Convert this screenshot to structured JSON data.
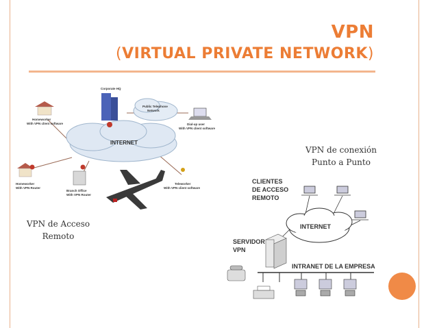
{
  "title": {
    "line1": "VPN",
    "line2_open": "(",
    "line2_text": "VIRTUAL PRIVATE NETWORK",
    "line2_close": ")"
  },
  "diagram_a": {
    "corporate": "Corporate HQ",
    "phone_net_1": "Public Telephone",
    "phone_net_2": "Network",
    "internet": "INTERNET",
    "homeworker_1": "Homeworker",
    "homeworker_2": "With VPN client software",
    "dialup_1": "Dial-up user",
    "dialup_2": "With VPN client software",
    "home_router_1": "Homeworker",
    "home_router_2": "With VPN Router",
    "branch_1": "Branch Office",
    "branch_2": "With VPN Router",
    "teleworker_1": "Teleworker",
    "teleworker_2": "With VPN client software"
  },
  "diagram_b": {
    "clients_1": "CLIENTES",
    "clients_2": "DE ACCESO",
    "clients_3": "REMOTO",
    "internet": "INTERNET",
    "server_1": "SERVIDOR",
    "server_2": "VPN",
    "intranet": "INTRANET DE LA EMPRESA"
  },
  "captions": {
    "remote_1": "VPN de Acceso",
    "remote_2": "Remoto",
    "p2p_1": "VPN de conexión",
    "p2p_2": "Punto a Punto"
  },
  "colors": {
    "accent": "#ec7d35",
    "rule": "#f3b58d",
    "circle": "#f08a47"
  }
}
